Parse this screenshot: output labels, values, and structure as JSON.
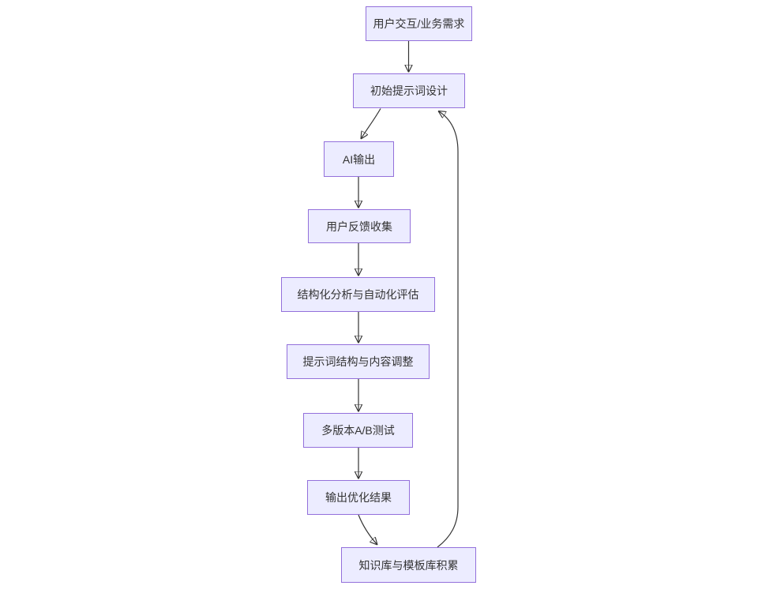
{
  "diagram": {
    "type": "flowchart",
    "direction": "top-down",
    "background": "#FFFFFF",
    "colors": {
      "node_fill": "#ECECFF",
      "node_border": "#9370DB",
      "edge_stroke": "#333333",
      "text": "#333333"
    },
    "nodes": [
      {
        "id": "A",
        "label": "用户交互/业务需求"
      },
      {
        "id": "B",
        "label": "初始提示词设计"
      },
      {
        "id": "C",
        "label": "AI输出"
      },
      {
        "id": "D",
        "label": "用户反馈收集"
      },
      {
        "id": "E",
        "label": "结构化分析与自动化评估"
      },
      {
        "id": "F",
        "label": "提示词结构与内容调整"
      },
      {
        "id": "G",
        "label": "多版本A/B测试"
      },
      {
        "id": "H",
        "label": "输出优化结果"
      },
      {
        "id": "I",
        "label": "知识库与模板库积累"
      }
    ],
    "edges": [
      {
        "from": "用户交互/业务需求",
        "to": "初始提示词设计"
      },
      {
        "from": "初始提示词设计",
        "to": "AI输出"
      },
      {
        "from": "AI输出",
        "to": "用户反馈收集"
      },
      {
        "from": "用户反馈收集",
        "to": "结构化分析与自动化评估"
      },
      {
        "from": "结构化分析与自动化评估",
        "to": "提示词结构与内容调整"
      },
      {
        "from": "提示词结构与内容调整",
        "to": "多版本A/B测试"
      },
      {
        "from": "多版本A/B测试",
        "to": "输出优化结果"
      },
      {
        "from": "输出优化结果",
        "to": "知识库与模板库积累"
      },
      {
        "from": "知识库与模板库积累",
        "to": "初始提示词设计",
        "note": "feedback-loop"
      }
    ]
  }
}
